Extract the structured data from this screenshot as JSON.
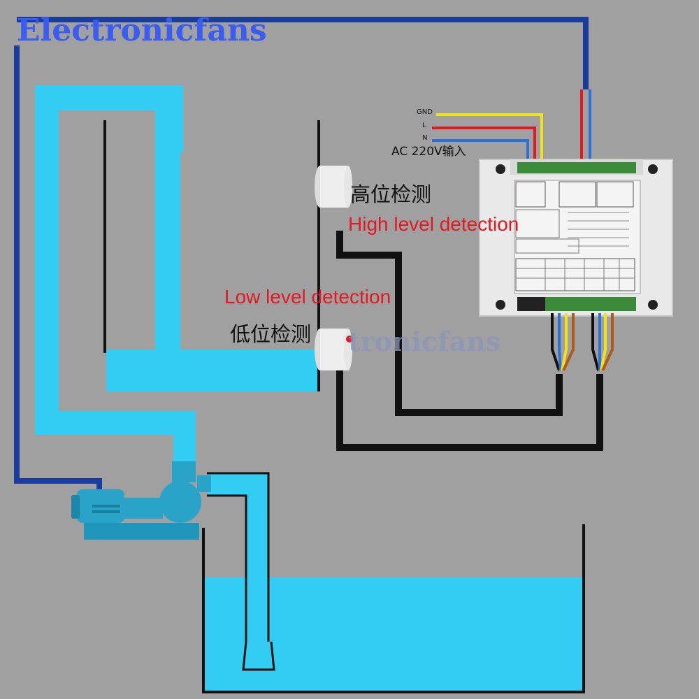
{
  "watermark": {
    "brand": "Electronicfans",
    "faint": "tronicfans"
  },
  "sensors": {
    "high": {
      "cn": "高位检测",
      "en": "High level detection"
    },
    "low": {
      "cn": "低位检测",
      "en": "Low level detection"
    }
  },
  "power": {
    "gnd": "GND",
    "l": "L",
    "n": "N",
    "ac": "AC 220V输入"
  },
  "colors": {
    "background": "#a0a0a0",
    "water": "#33ccf2",
    "wire_blue_dark": "#1a3c9c",
    "wire_yellow": "#f2e21a",
    "wire_red": "#e01a22",
    "wire_blue": "#2a72d8",
    "wire_brown": "#b05a1a",
    "wire_black": "#111111",
    "pump": "#2aa3c8",
    "label_red": "#e01a22"
  },
  "icons": {
    "pump": "water-pump-icon",
    "controller": "relay-controller-icon",
    "sensor": "level-sensor-icon"
  }
}
